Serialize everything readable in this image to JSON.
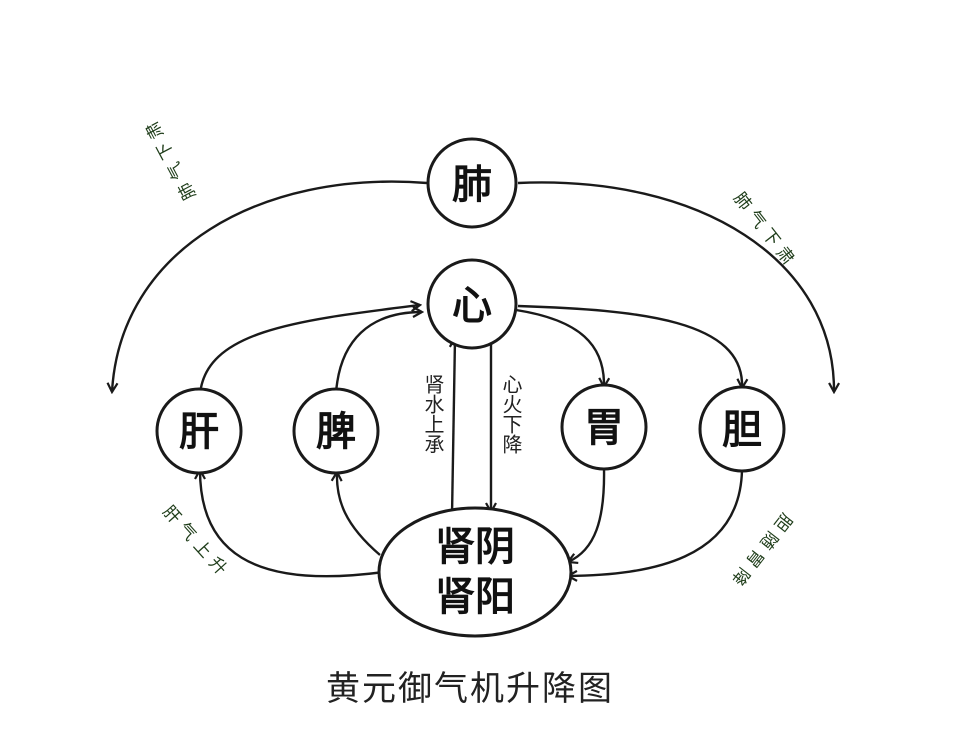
{
  "diagram": {
    "nodes": {
      "lung": "肺",
      "heart": "心",
      "liver": "肝",
      "spleen": "脾",
      "stomach": "胃",
      "gallbladder": "胆",
      "kidney_yin": "肾阴",
      "kidney_yang": "肾阳"
    },
    "labels": {
      "kidney_water_up": "肾水上承",
      "heart_fire_down": "心火下降",
      "lung_qi_down_left": "肺气下肃",
      "lung_qi_down_right": "肺气下肃",
      "liver_qi_up": "肝气上升",
      "gallbladder_down": "胆随胃降"
    },
    "caption": "黄元御气机升降图",
    "colors": {
      "line": "#1a1a1a",
      "text": "#111111",
      "side_text": "#1f3d1a",
      "background": "#ffffff"
    }
  }
}
